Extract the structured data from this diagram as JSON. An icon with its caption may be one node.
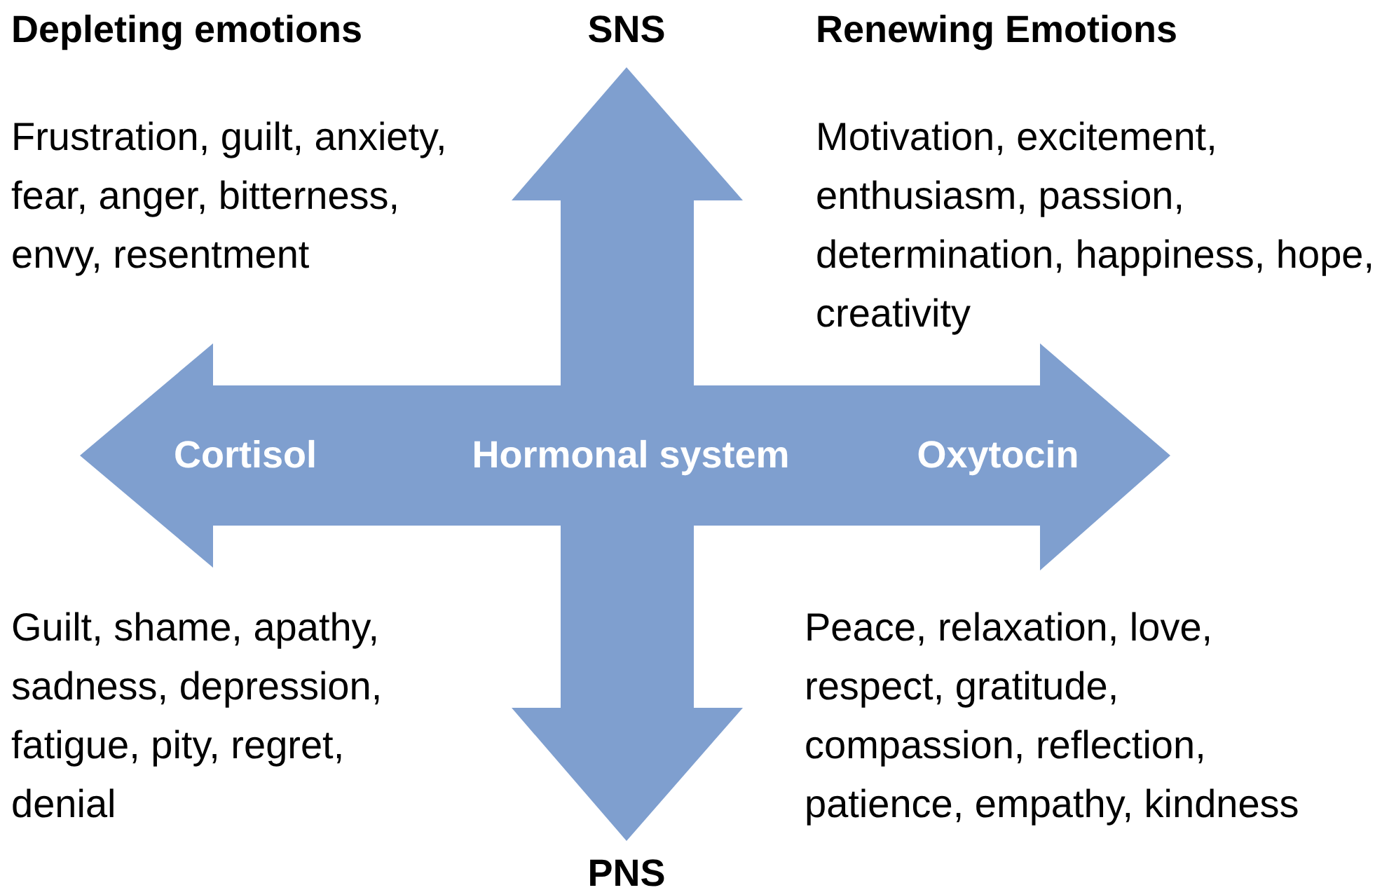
{
  "diagram": {
    "nodes": [
      {
        "text": [
          "Cortisol",
          "Hormonal system",
          "Oxytocin"
        ],
        "beside": [
          "SNS",
          "PNS"
        ]
      }
    ],
    "edges": [],
    "labels": [
      "Depleting emotions",
      "Renewing Emotions",
      "Frustration, guilt, anxiety, fear, anger, bitterness, envy, resentment",
      "Motivation, excitement, enthusiasm, passion, determination, happiness, hope, creativity",
      "Guilt, shame, apathy, sadness, depression, fatigue, pity, regret, denial",
      "Peace, relaxation, love, respect, gratitude, compassion, reflection, patience, empathy, kindness"
    ]
  }
}
